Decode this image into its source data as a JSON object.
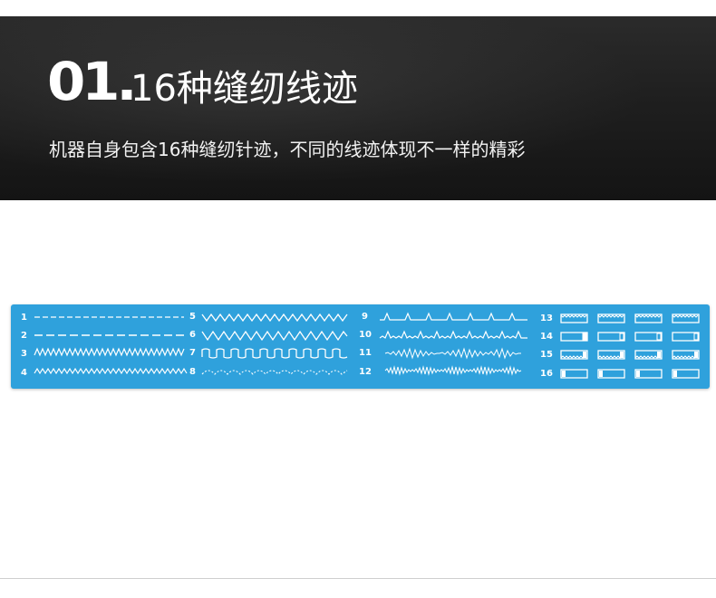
{
  "banner": {
    "number": "01.",
    "title": "16种缝纫线迹",
    "subtitle": "机器自身包含16种缝纫针迹，不同的线迹体现不一样的精彩"
  },
  "stitch_panel": {
    "color": "#2fa1dc",
    "labels": [
      "1",
      "2",
      "3",
      "4",
      "5",
      "6",
      "7",
      "8",
      "9",
      "10",
      "11",
      "12",
      "13",
      "14",
      "15",
      "16"
    ],
    "stitches": [
      {
        "id": "1",
        "pattern": "straight-dashed"
      },
      {
        "id": "2",
        "pattern": "straight-long-dashed"
      },
      {
        "id": "3",
        "pattern": "multi-zigzag"
      },
      {
        "id": "4",
        "pattern": "zigzag-small"
      },
      {
        "id": "5",
        "pattern": "zigzag"
      },
      {
        "id": "6",
        "pattern": "zigzag-medium"
      },
      {
        "id": "7",
        "pattern": "scallop-square"
      },
      {
        "id": "8",
        "pattern": "dotted-arch"
      },
      {
        "id": "9",
        "pattern": "blind-hem"
      },
      {
        "id": "10",
        "pattern": "blind-hem-stretch"
      },
      {
        "id": "11",
        "pattern": "satin-diamond"
      },
      {
        "id": "12",
        "pattern": "satin-wave"
      },
      {
        "id": "13",
        "pattern": "buttonhole-step-1"
      },
      {
        "id": "14",
        "pattern": "buttonhole-step-2"
      },
      {
        "id": "15",
        "pattern": "buttonhole-step-3"
      },
      {
        "id": "16",
        "pattern": "buttonhole-step-4"
      }
    ]
  }
}
